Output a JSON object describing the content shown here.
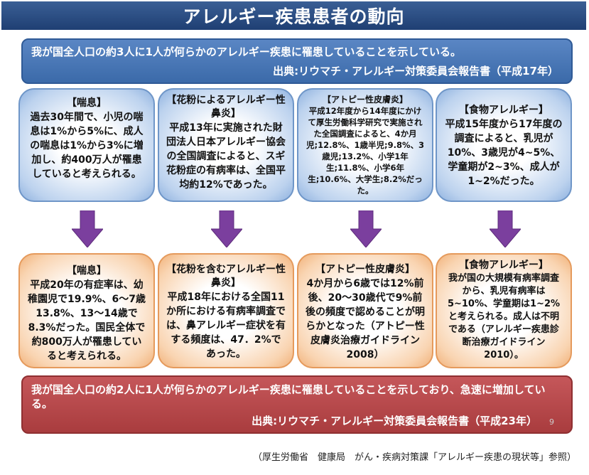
{
  "title": "アレルギー疾患患者の動向",
  "top_banner": {
    "text": "我が国全人口の約3人に1人が何らかのアレルギー疾患に罹患していることを示している。",
    "source": "出典:リウマチ・アレルギー対策委員会報告書（平成17年）"
  },
  "upper_boxes": [
    {
      "head": "【喘息】",
      "body": "過去30年間で、小児の喘息は1%から5%に、成人の喘息は1%から3%に増加し、約400万人が罹患していると考えられる。"
    },
    {
      "head": "【花粉によるアレルギー性鼻炎】",
      "body": "平成13年に実施された財団法人日本アレルギー協会の全国調査によると、スギ花粉症の有病率は、全国平均約12%であった。"
    },
    {
      "head": "【アトピー性皮膚炎】",
      "body": "平成12年度から14年度にかけて厚生労働科学研究で実施された全国調査によると、4か月児;12.8%、1歳半児;9.8%、3歳児;13.2%、小学1年生;11.8%、小学6年生;10.6%、大学生;8.2%だった。"
    },
    {
      "head": "【食物アレルギー】",
      "body": "平成15年度から17年度の調査によると、乳児が10%、3歳児が4~5%、学童期が2~3%、成人が1~2%だった。"
    }
  ],
  "lower_boxes": [
    {
      "head": "【喘息】",
      "body": "平成20年の有症率は、幼稚園児で19.9%、6～7歳13.8%、13～14歳で8.3%だった。国民全体で約800万人が罹患していると考えられる。"
    },
    {
      "head": "【花粉を含むアレルギー性鼻炎】",
      "body": "平成18年における全国11か所における有病率調査では、鼻アレルギー症状を有する頻度は、47．2%であった。"
    },
    {
      "head": "【アトピー性皮膚炎】",
      "body": "4か月から6歳では12%前後、20～30歳代で9%前後の頻度で認めることが明らかとなった（アトピー性皮膚炎治療ガイドライン2008）"
    },
    {
      "head": "【食物アレルギー】",
      "body": "我が国の大規模有病率調査から、乳児有病率は5~10%、学童期は1~2%と考えられる。成人は不明である（アレルギー疾患診断治療ガイドライン2010）。"
    }
  ],
  "bottom_banner": {
    "text": "我が国全人口の約2人に1人が何らかのアレルギー疾患に罹患していることを示しており、急速に増加している。",
    "source": "出典:リウマチ・アレルギー対策委員会報告書（平成23年）",
    "page_number": "9"
  },
  "footer": "（厚生労働省　健康局　がん・疾病対策課「アレルギー疾患の現状等」参照）",
  "colors": {
    "title_bg": "#1f3f73",
    "top_banner": "#3b6aa9",
    "bottom_banner": "#a93c3e",
    "arrow": "#7b3f9e"
  }
}
